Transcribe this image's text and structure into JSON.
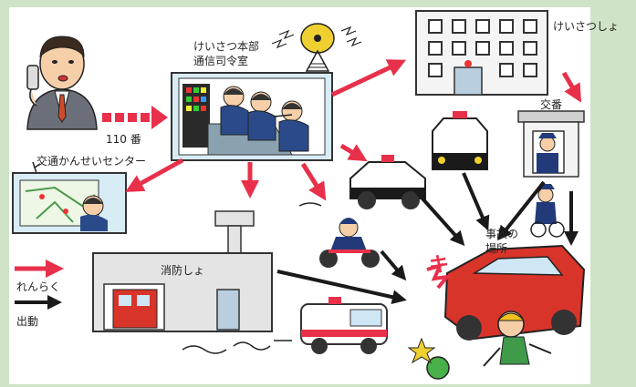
{
  "labels": {
    "hq_line1": "けいさつ本部",
    "hq_line2": "通信司令室",
    "police_station": "けいさつしょ",
    "koban": "交番",
    "traffic_center": "交通かんせいセンター",
    "fire_station": "消防しょ",
    "call_110": "110 番",
    "accident_line1": "事故の",
    "accident_line2": "場所",
    "impact": "キ"
  },
  "legend": {
    "contact": "れんらく",
    "dispatch": "出動"
  },
  "colors": {
    "background": "#cfe3c6",
    "panel": "#ffffff",
    "contact_arrow": "#e8304a",
    "dispatch_arrow": "#1a1a1a"
  }
}
